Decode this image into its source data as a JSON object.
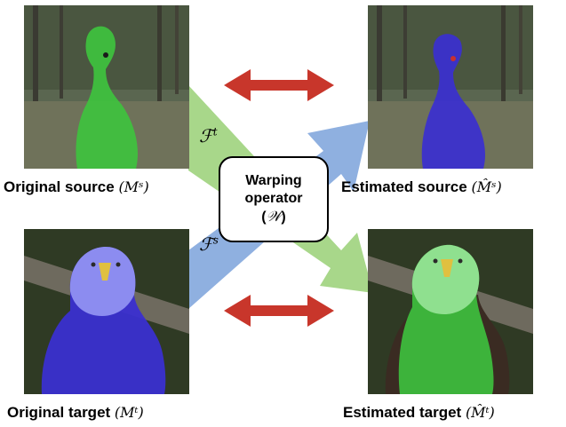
{
  "panels": {
    "original_source": {
      "caption_bold": "Original source",
      "caption_math": "(Mˢ)",
      "mask_color": "#3ec23e"
    },
    "estimated_source": {
      "caption_bold": "Estimated source",
      "caption_math": "(M̂ˢ)",
      "mask_color": "#3a2fd0"
    },
    "original_target": {
      "caption_bold": "Original target",
      "caption_math": "(Mᵗ)",
      "mask_color": "#3a2fd0"
    },
    "estimated_target": {
      "caption_bold": "Estimated target",
      "caption_math": "(M̂ᵗ)",
      "mask_color": "#3ec23e"
    }
  },
  "operator": {
    "line1": "Warping",
    "line2": "operator",
    "line3_open": "(",
    "line3_math": "𝒲",
    "line3_close": ")"
  },
  "flows": {
    "forward_label": "ℱ",
    "forward_sup": "t",
    "backward_label": "ℱ",
    "backward_sup": "s",
    "forward_color": "#a8d78a",
    "backward_color": "#8fb0e0",
    "compare_color": "#c8362b"
  }
}
